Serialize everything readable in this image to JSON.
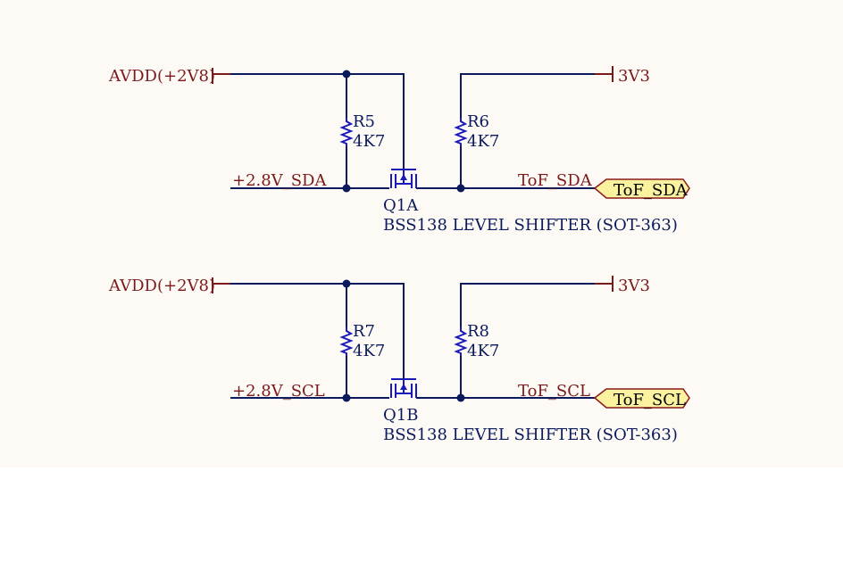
{
  "colors": {
    "sheet_background": "#fdfaf6",
    "wire": "#0a1a5c",
    "component": "#1a1ab8",
    "power_net": "#7a1a1a",
    "port_fill": "#fbf2a0"
  },
  "channels": [
    {
      "power_left": "AVDD(+2V8)",
      "power_right": "3V3",
      "net_left": "+2.8V_SDA",
      "net_right": "ToF_SDA",
      "port_label": "ToF_SDA",
      "r_left": {
        "ref": "R5",
        "value": "4K7"
      },
      "r_right": {
        "ref": "R6",
        "value": "4K7"
      },
      "fet_ref": "Q1A",
      "fet_desc": "BSS138 LEVEL SHIFTER (SOT-363)"
    },
    {
      "power_left": "AVDD(+2V8)",
      "power_right": "3V3",
      "net_left": "+2.8V_SCL",
      "net_right": "ToF_SCL",
      "port_label": "ToF_SCL",
      "r_left": {
        "ref": "R7",
        "value": "4K7"
      },
      "r_right": {
        "ref": "R8",
        "value": "4K7"
      },
      "fet_ref": "Q1B",
      "fet_desc": "BSS138 LEVEL SHIFTER (SOT-363)"
    }
  ]
}
